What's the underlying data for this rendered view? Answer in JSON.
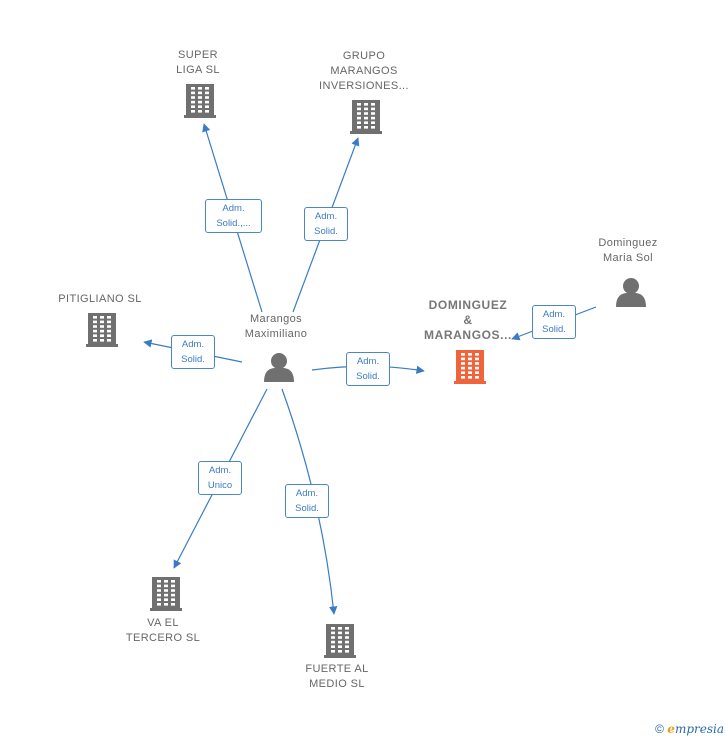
{
  "nodes": {
    "super_liga": {
      "lines": [
        "SUPER",
        "LIGA  SL"
      ],
      "kind": "company"
    },
    "grupo_marangos": {
      "lines": [
        "GRUPO",
        "MARANGOS",
        "INVERSIONES..."
      ],
      "kind": "company"
    },
    "pitigliano": {
      "lines": [
        "PITIGLIANO  SL"
      ],
      "kind": "company"
    },
    "dominguez_marangos": {
      "lines": [
        "DOMINGUEZ",
        "&",
        "MARANGOS..."
      ],
      "kind": "company-highlighted"
    },
    "dominguez_maria": {
      "lines": [
        "Dominguez",
        "Maria Sol"
      ],
      "kind": "person"
    },
    "marangos_maximiliano": {
      "lines": [
        "Marangos",
        "Maximiliano"
      ],
      "kind": "person"
    },
    "va_el_tercero": {
      "lines": [
        "VA EL",
        "TERCERO  SL"
      ],
      "kind": "company"
    },
    "fuerte_al_medio": {
      "lines": [
        "FUERTE AL",
        "MEDIO  SL"
      ],
      "kind": "company"
    }
  },
  "relations": {
    "to_super_liga": [
      "Adm.",
      "Solid.,..."
    ],
    "to_grupo": [
      "Adm.",
      "Solid."
    ],
    "to_pitigliano": [
      "Adm.",
      "Solid."
    ],
    "to_dominguez_marangos": [
      "Adm.",
      "Solid."
    ],
    "maria_to_dominguez": [
      "Adm.",
      "Solid."
    ],
    "to_va_el_tercero": [
      "Adm.",
      "Unico"
    ],
    "to_fuerte": [
      "Adm.",
      "Solid."
    ]
  },
  "colors": {
    "edge": "#3a7cc4",
    "company_icon": "#707070",
    "highlight_icon": "#f0643c",
    "person_icon": "#707070"
  },
  "footer": {
    "copyright": "©",
    "brand_first": "e",
    "brand_rest": "mpresia"
  }
}
